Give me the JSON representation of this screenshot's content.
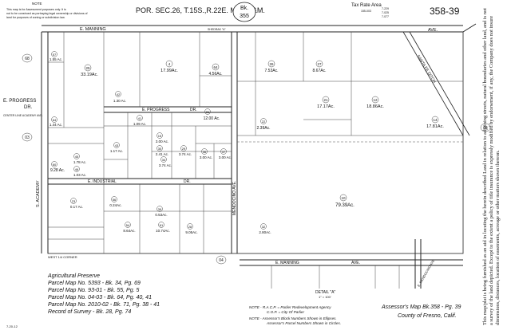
{
  "header": {
    "note_label": "NOTE",
    "note_lines": [
      "This map is for Assessment purposes only. It is",
      "not to be construed as portraying legal ownership or divisions of",
      "land for purposes of zoning or subdivision law."
    ],
    "section": "POR. SEC.26, T.15S.,R.22E. M.D.B.&M.",
    "book_label": "Bk.",
    "book_number": "355",
    "tax_rate_area": "Tax Rate Area",
    "tax_rate_codes": [
      "155-003",
      "7-229",
      "7-025",
      "7-077"
    ],
    "page_id": "358-39"
  },
  "roads": {
    "e_manning": "E. MANNING",
    "ave": "AVE.",
    "e_progress": "E. PROGRESS",
    "dr": "DR.",
    "e_progress_dr_west": "E. PROGRESS",
    "e_industrial": "E. INDUSTRIAL",
    "mendocino_ave": "MENDOCINO AVE.",
    "s_academy": "S. ACADEMY",
    "santa_fe_ditch": "SANTA FE DITCH",
    "west_corner": "WEST 1/4 CORNER",
    "center_line": "CENTER LINE ACADEMY AVE.",
    "sheldrake": "SHEDRAK \"A\""
  },
  "parcels": [
    {
      "num": "25",
      "area": "33.19Ac."
    },
    {
      "num": "4",
      "area": "17.99Ac."
    },
    {
      "num": "64",
      "area": "4.56Ac."
    },
    {
      "num": "26",
      "area": "7.53Ac."
    },
    {
      "num": "27",
      "area": "8.67Ac."
    },
    {
      "num": "21",
      "area": "17.17Ac."
    },
    {
      "num": "12",
      "area": "18.86Ac."
    },
    {
      "num": "14",
      "area": "17.81Ac."
    },
    {
      "num": "57",
      "area": "1.55 Ac."
    },
    {
      "num": "64",
      "area": "1.44 Ac."
    },
    {
      "num": "60",
      "area": "9.28 Ac."
    },
    {
      "num": "42",
      "area": "1.30 Ac."
    },
    {
      "num": "43",
      "area": "1.17 Ac."
    },
    {
      "num": "41",
      "area": "1.09 Ac."
    },
    {
      "num": "31",
      "area": "12.00 Ac."
    },
    {
      "num": "22",
      "area": "2.39Ac."
    },
    {
      "num": "15",
      "area": "3.00 Ac."
    },
    {
      "num": "30",
      "area": "2.41 Ac."
    },
    {
      "num": "45",
      "area": "1.78 Ac."
    },
    {
      "num": "46",
      "area": "1.03 Ac."
    },
    {
      "num": "10",
      "area": "79.39Ac."
    },
    {
      "num": "56",
      "area": "0.24Ac."
    },
    {
      "num": "23",
      "area": "0.17 Ac."
    },
    {
      "num": "54",
      "area": "8.64Ac."
    },
    {
      "num": "61",
      "area": "10.74Ac."
    },
    {
      "num": "39",
      "area": "0.53Ac."
    },
    {
      "num": "29",
      "area": "3.74 Ac."
    },
    {
      "num": "36",
      "area": "3.00 Ac."
    },
    {
      "num": "37",
      "area": "3.00 Ac."
    },
    {
      "num": "28",
      "area": "9.05Ac."
    },
    {
      "num": "34",
      "area": "3.74 Ac."
    },
    {
      "num": "32",
      "area": "2.80Ac."
    }
  ],
  "region_numbers": {
    "r68": "68",
    "r03": "03",
    "r04": "04",
    "r04b": "04"
  },
  "detail": {
    "title": "DETAIL \"A\"",
    "scale": "1\" = 100'",
    "road": "E. MANNING",
    "ave": "AVE.",
    "mendocino": "E. MENDOCINO AVE."
  },
  "legend": {
    "title": "Agricultural Preserve",
    "items": [
      "Parcel Map No. 5393 - Bk. 34, Pg. 69",
      "Parcel Map No. 93-01 - Bk. 55, Pg. 5",
      "Parcel Map No. 04-03 - Bk. 64, Pg. 40, 41",
      "Parcel Map No. 2010-02 - Bk. 71, Pg. 38 - 41",
      "Record of Survey - Bk. 28, Pg. 74"
    ]
  },
  "notes": {
    "lines": [
      "NOTE - R.A.C.P. = Parlier Redevelopment Agency",
      "C.O.P. = City Of Parlier",
      "NOTE - Assessor's Block Numbers Shown in Ellipses.",
      "Assessor's Parcel Numbers Shown in Circles."
    ]
  },
  "footer": {
    "assessor_map": "Assessor's Map Bk.358 - Pg. 39",
    "county": "County of Fresno, Calif.",
    "date": "7-20-12"
  },
  "disclaimer": "This map/plat is being furnished as an aid in locating the herein described Land in relation to adjoining streets, natural boundaries and other land, and is not a survey of the land depicted. Except to the extent a policy of title insurance is expressly modified by endorsement, if any, the Company does not insure dimensions, distances, location of easements, acreage or other matters shown thereon."
}
